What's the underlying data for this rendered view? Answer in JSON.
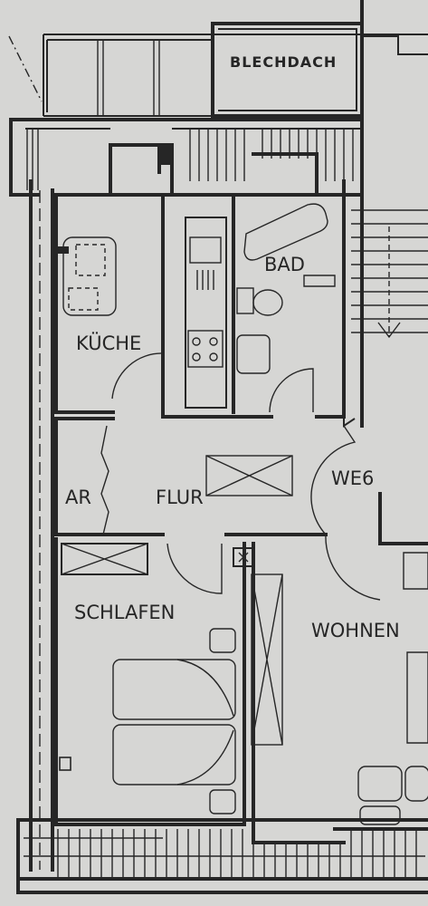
{
  "plan": {
    "rooms": {
      "roof": "BLECHDACH",
      "bath": "BAD",
      "kitchen": "KÜCHE",
      "storage": "AR",
      "hall": "FLUR",
      "unit": "WE6",
      "bedroom": "SCHLAFEN",
      "living": "WOHNEN"
    },
    "colors": {
      "paper": "#d6d6d4",
      "ink": "#262626"
    }
  }
}
